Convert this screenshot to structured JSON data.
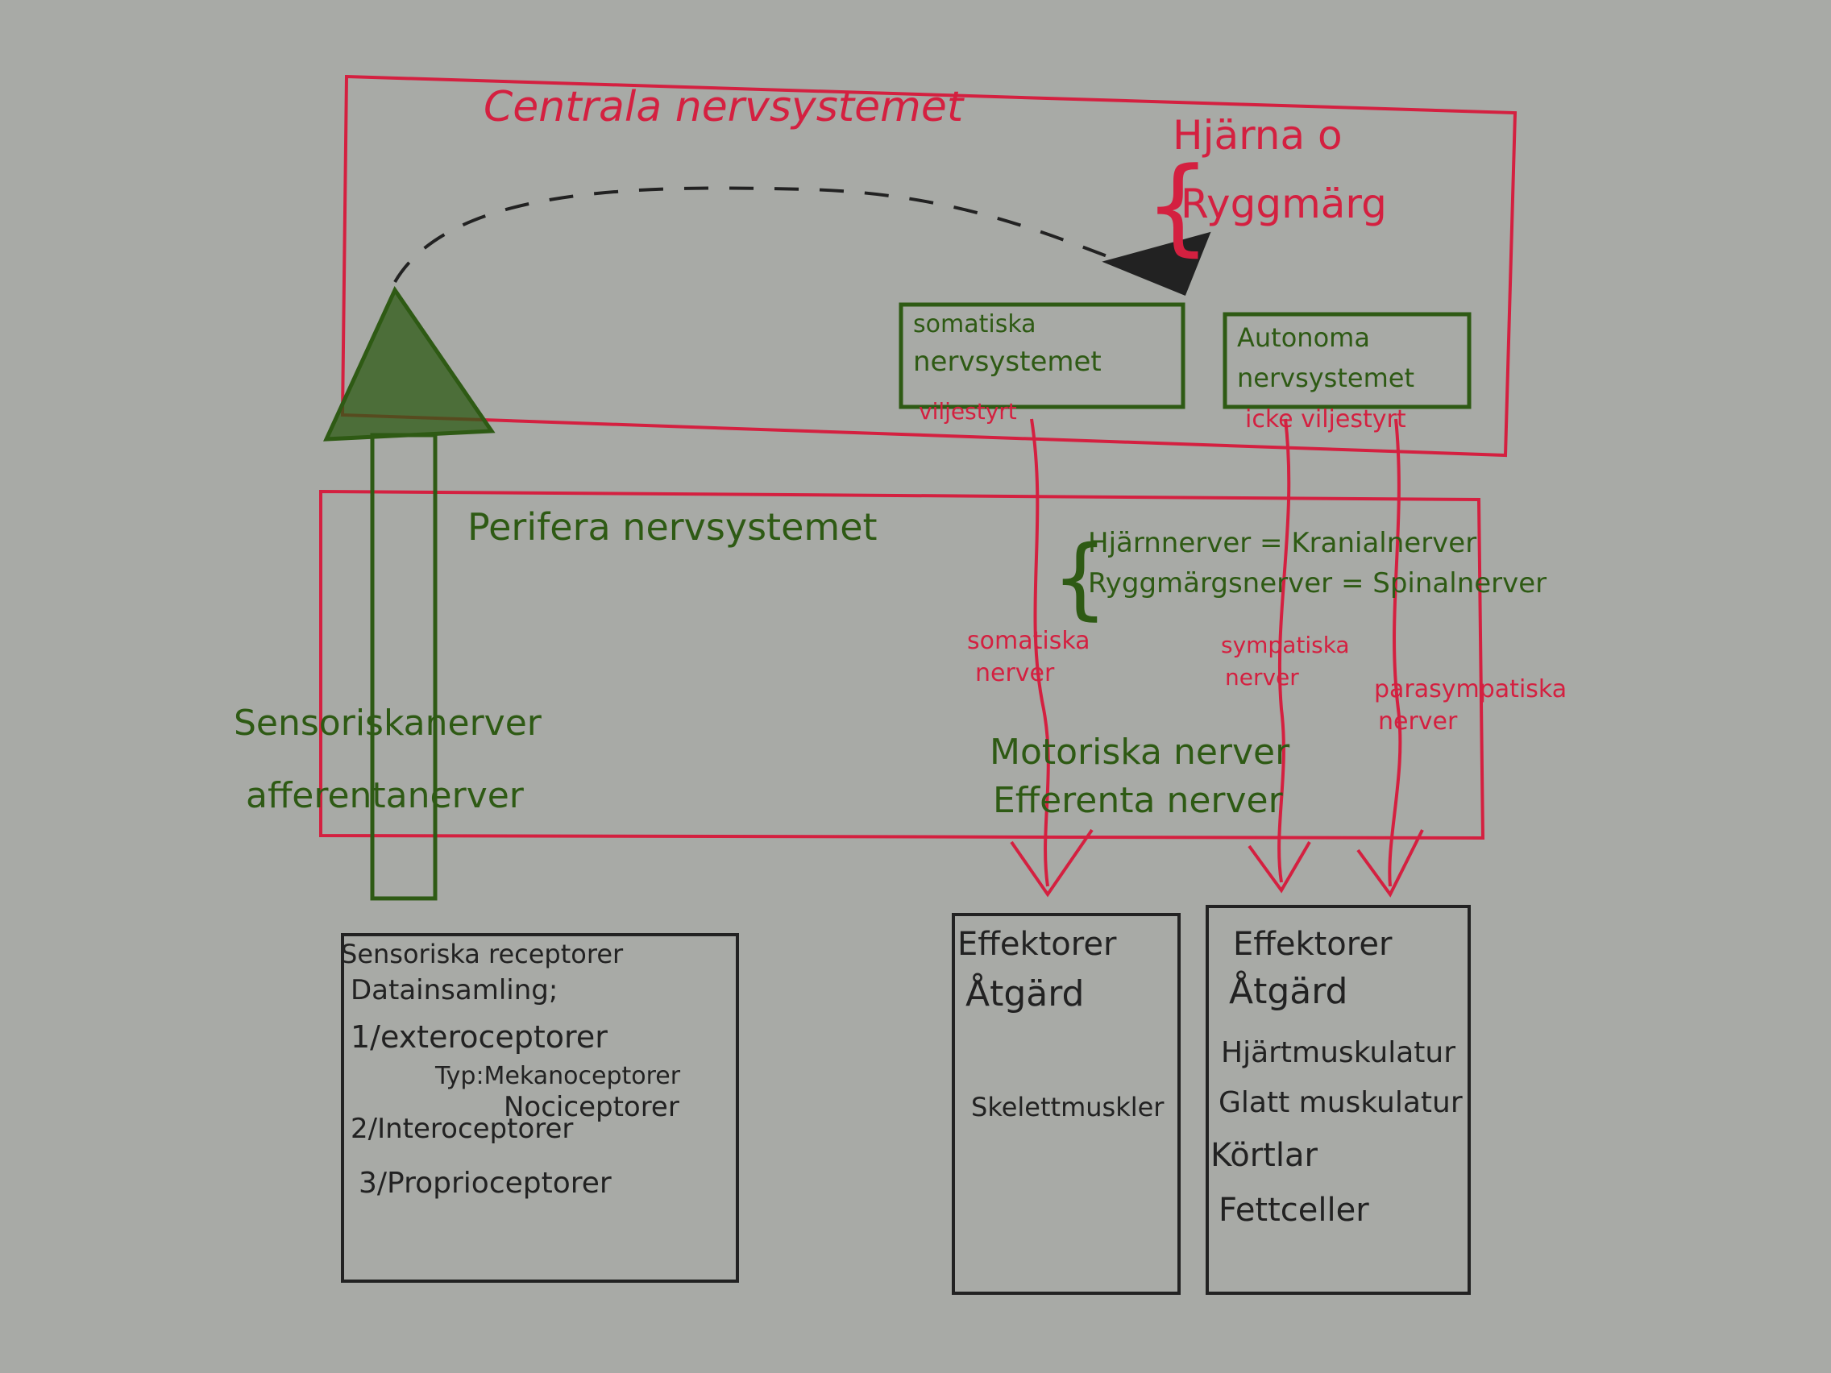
{
  "colors": {
    "paper": "#a8aaa6",
    "red_ink": "#d42040",
    "green_ink": "#2e5a14",
    "black_ink": "#222222"
  },
  "cns": {
    "title": "Centrala nervsystemet",
    "parts": [
      "Hjärna o",
      "Ryggmärg"
    ],
    "somatic_box": [
      "somatiska",
      "nervsystemet"
    ],
    "somatic_note": "viljestyrt",
    "autonomic_box": [
      "Autonoma",
      "nervsystemet"
    ],
    "autonomic_note": "icke viljestyrt"
  },
  "pns": {
    "title": "Perifera nervsystemet",
    "nerves": [
      "Hjärnnerver = Kranialnerver",
      "Ryggmärgsnerver = Spinalnerver"
    ],
    "somatic_nerves": [
      "somatiska",
      "nerver"
    ],
    "sympathetic_nerves": [
      "sympatiska",
      "nerver"
    ],
    "parasympathetic_nerves": [
      "parasympatiska",
      "nerver"
    ],
    "sensory_nerves": [
      "Sensoriskanerver",
      "afferentanerver"
    ],
    "motor_nerves": [
      "Motoriska nerver",
      "Efferenta nerver"
    ]
  },
  "receptors": {
    "lines": [
      "Sensoriska receptorer",
      "Datainsamling;",
      "1/exteroceptorer",
      "Typ:Mekanoceptorer",
      "Nociceptorer",
      "2/Interoceptorer",
      "3/Proprioceptorer"
    ]
  },
  "effectors_left": {
    "lines": [
      "Effektorer",
      "Åtgärd",
      "Skelettmuskler"
    ]
  },
  "effectors_right": {
    "lines": [
      "Effektorer",
      "Åtgärd",
      "Hjärtmuskulatur",
      "Glatt muskulatur",
      "Körtlar",
      "Fettceller"
    ]
  }
}
